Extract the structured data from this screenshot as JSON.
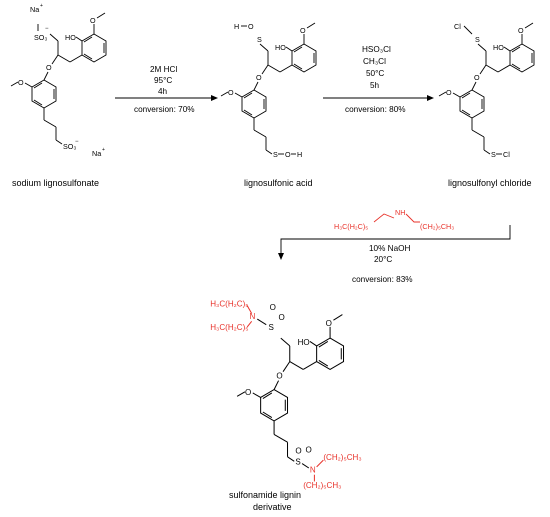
{
  "compounds": {
    "sodium_lignosulfonate": "sodium lignosulfonate",
    "lignosulfonic_acid": "lignosulfonic acid",
    "lignosulfonyl_chloride": "lignosulfonyl chloride",
    "product_line1": "sulfonamide lignin",
    "product_line2": "derivative"
  },
  "step1": {
    "reagent": "2M HCl",
    "temp": "95°C",
    "time": "4h",
    "conversion": "conversion: 70%"
  },
  "step2": {
    "reagent": "HSO₃Cl",
    "solvent": "CH₃Cl",
    "temp": "50°C",
    "time": "5h",
    "conversion": "conversion: 80%"
  },
  "step3": {
    "amine_left": "H₃C(H₂C)₅",
    "amine_nh": "NH",
    "amine_right": "(CH₂)₅CH₃",
    "base": "10% NaOH",
    "temp": "20°C",
    "conversion": "conversion: 83%"
  },
  "atoms": {
    "na": "Na",
    "plus": "+",
    "minus": "−",
    "so3": "SO₃",
    "o": "O",
    "ho": "HO",
    "h": "H",
    "s": "S",
    "cl": "Cl",
    "n": "N",
    "hex_left": "H₃C(H₂C)₅",
    "hex_right": "(CH₂)₅CH₃"
  },
  "colors": {
    "alkyl": "#e8322a",
    "ink": "#000000"
  }
}
